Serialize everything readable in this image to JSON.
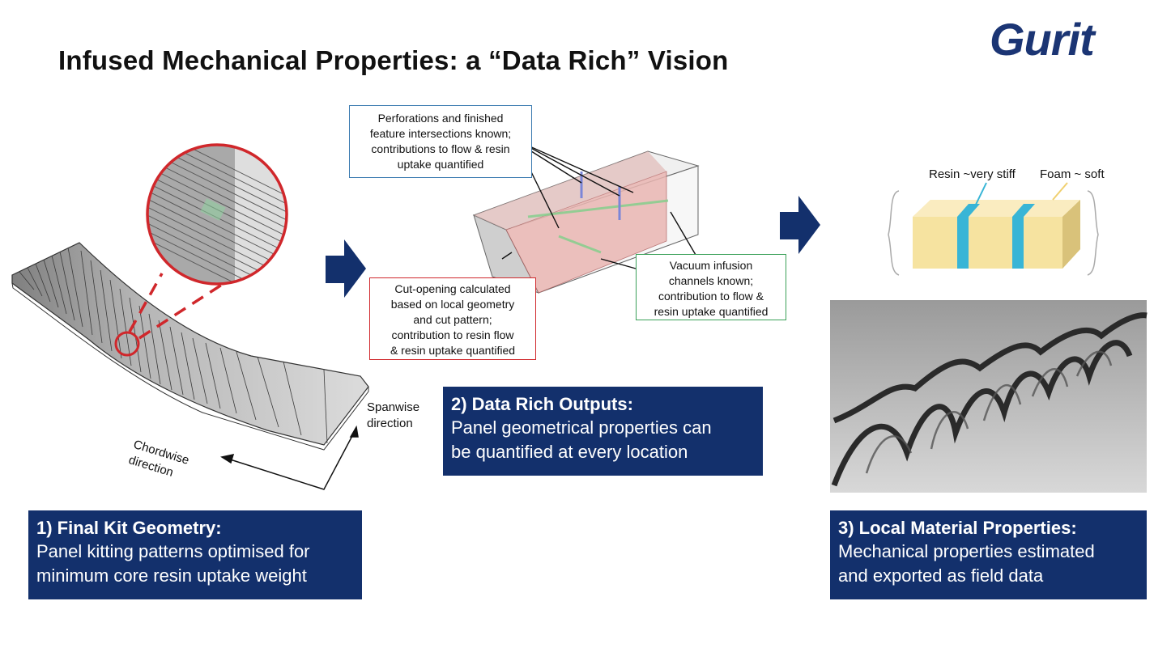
{
  "title": "Infused Mechanical Properties: a “Data Rich” Vision",
  "logo_text": "Gurit",
  "colors": {
    "navy": "#13306c",
    "red_callout": "#d0272b",
    "blue_callout": "#3a7ab0",
    "green_callout": "#3aa058",
    "resin_blue": "#38b5d6",
    "foam_yellow": "#f6e3a0"
  },
  "panel1": {
    "heading": "1) Final Kit Geometry:",
    "body_line1": "Panel kitting patterns optimised for",
    "body_line2": "minimum core resin uptake weight"
  },
  "panel2": {
    "heading": "2) Data Rich Outputs:",
    "body_line1": "Panel geometrical properties can",
    "body_line2": "be quantified at every location"
  },
  "panel3": {
    "heading": "3) Local Material Properties:",
    "body_line1": "Mechanical properties estimated",
    "body_line2": "and exported as field data"
  },
  "labels": {
    "spanwise_1": "Spanwise",
    "spanwise_2": "direction",
    "chordwise_1": "Chordwise",
    "chordwise_2": "direction",
    "resin": "Resin ~very stiff",
    "foam": "Foam ~ soft"
  },
  "callouts": {
    "perforations": [
      "Perforations and finished",
      "feature intersections known;",
      "contributions to flow  & resin",
      "uptake quantified"
    ],
    "cut_opening": [
      "Cut-opening calculated",
      "based on local geometry",
      "and cut pattern;",
      "contribution to resin flow",
      "& resin uptake quantified"
    ],
    "vacuum": [
      "Vacuum infusion",
      "channels known;",
      "contribution to flow &",
      "resin uptake quantified"
    ]
  }
}
